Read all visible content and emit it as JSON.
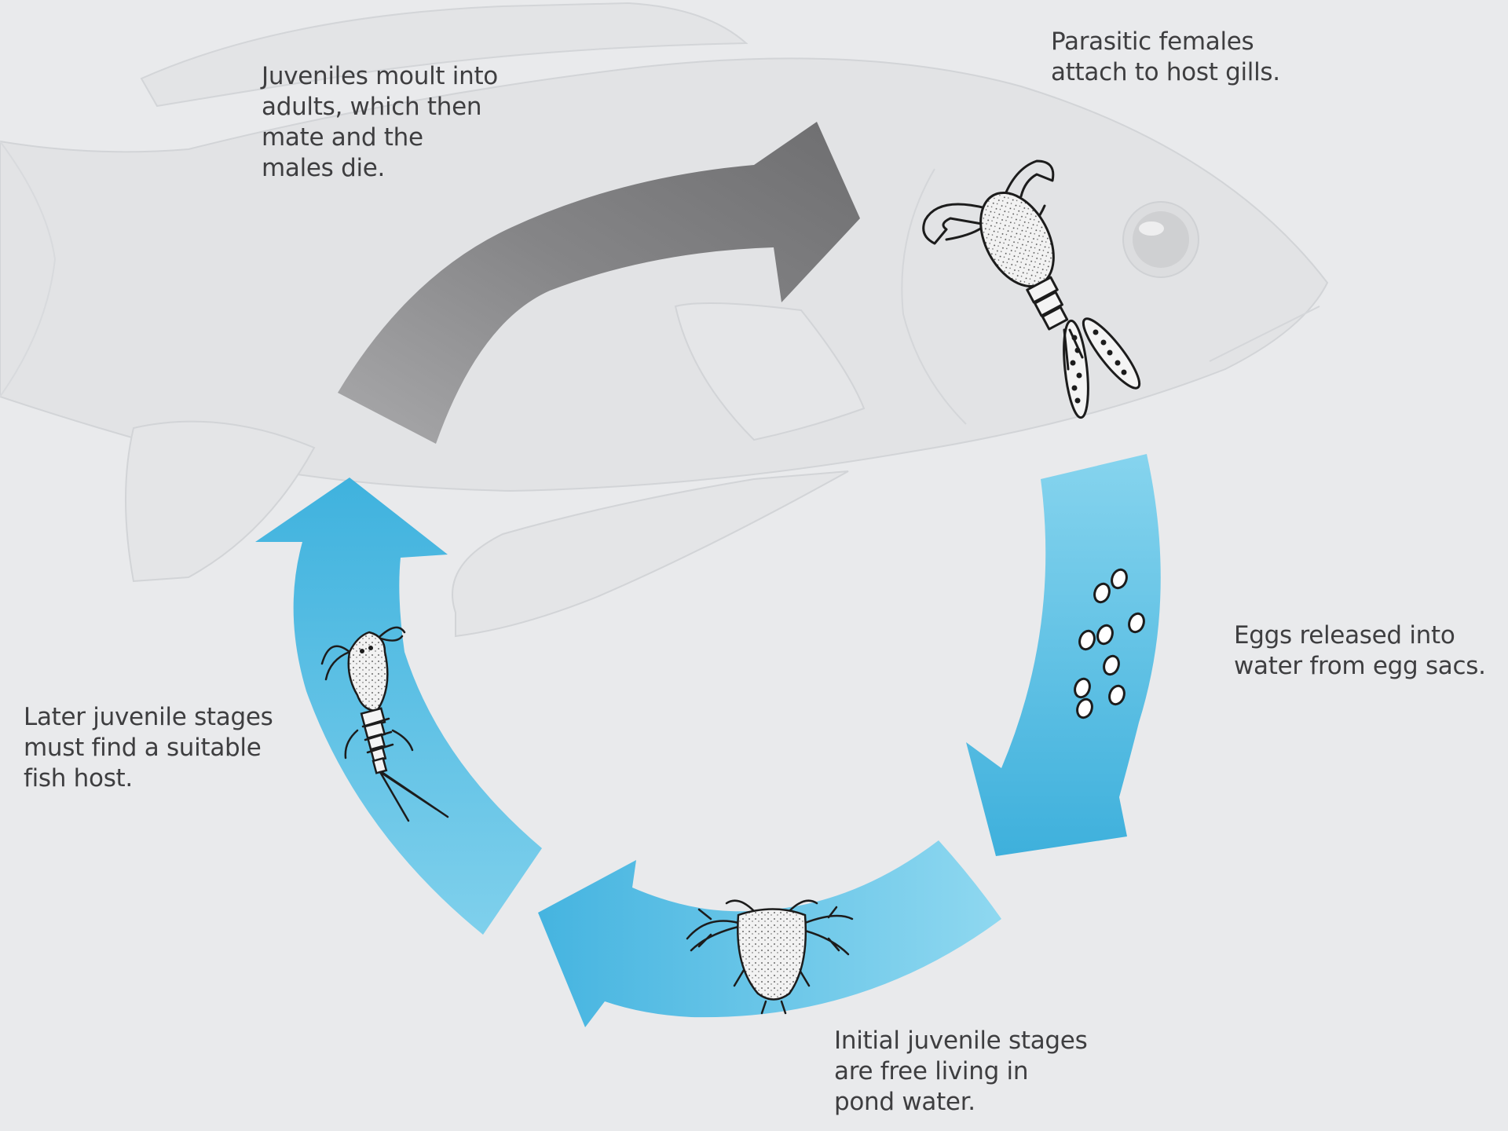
{
  "diagram": {
    "stages": [
      {
        "id": "moult",
        "text": "Juveniles moult into\nadults, which then\nmate and the\nmales die."
      },
      {
        "id": "parasitic",
        "text": "Parasitic females\nattach to host gills."
      },
      {
        "id": "eggs",
        "text": "Eggs released into\nwater from egg sacs."
      },
      {
        "id": "initial",
        "text": "Initial juvenile stages\nare free living in\npond water."
      },
      {
        "id": "later",
        "text": "Later juvenile stages\nmust find a suitable\nfish host."
      }
    ],
    "colors": {
      "background": "#e9eaec",
      "fish_fill": "#e2e3e5",
      "fish_outline": "#d2d4d7",
      "cycle_arrow": "#4db8e0",
      "grey_arrow": "#8e8e90",
      "creature": "#1c1c1c"
    },
    "icons": [
      "fish-host",
      "parasitic-female-copepod",
      "egg-cluster",
      "nauplius-larva",
      "copepodid-larva"
    ]
  }
}
